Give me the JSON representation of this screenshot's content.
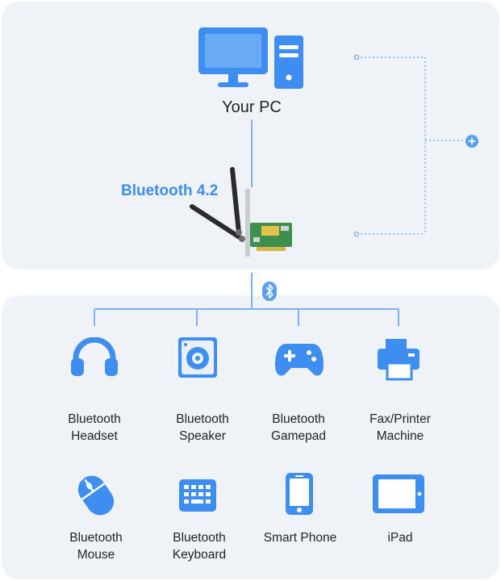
{
  "host": {
    "label": "Your PC",
    "adapter_title": "Bluetooth 4.2"
  },
  "colors": {
    "accent": "#3d8ef0",
    "line": "#7db3f2",
    "panel": "#eff2f6"
  },
  "devices_row1": [
    {
      "line1": "Bluetooth",
      "line2": "Headset",
      "icon": "headset-icon"
    },
    {
      "line1": "Bluetooth",
      "line2": "Speaker",
      "icon": "speaker-icon"
    },
    {
      "line1": "Bluetooth",
      "line2": "Gamepad",
      "icon": "gamepad-icon"
    },
    {
      "line1": "Fax/Printer",
      "line2": "Machine",
      "icon": "printer-icon"
    }
  ],
  "devices_row2": [
    {
      "line1": "Bluetooth",
      "line2": "Mouse",
      "icon": "mouse-icon"
    },
    {
      "line1": "Bluetooth",
      "line2": "Keyboard",
      "icon": "keyboard-icon"
    },
    {
      "line1": "Smart Phone",
      "line2": "",
      "icon": "smartphone-icon"
    },
    {
      "line1": "iPad",
      "line2": "",
      "icon": "tablet-icon"
    }
  ]
}
